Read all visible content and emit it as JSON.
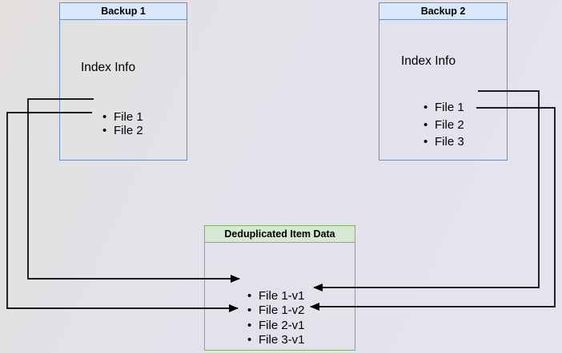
{
  "diagram": {
    "backup1": {
      "title": "Backup 1",
      "section_label": "Index Info",
      "files": [
        "File 1",
        "File 2"
      ]
    },
    "backup2": {
      "title": "Backup 2",
      "section_label": "Index Info",
      "files": [
        "File 1",
        "File 2",
        "File 3"
      ]
    },
    "dedup": {
      "title": "Deduplicated Item Data",
      "items": [
        "File 1-v1",
        "File 1-v2",
        "File 2-v1",
        "File 3-v1"
      ]
    },
    "connections": [
      {
        "id": "b1f1",
        "from_box": "Backup 1",
        "from_file": "File 1",
        "to_item": "File 1-v1"
      },
      {
        "id": "b1f2",
        "from_box": "Backup 1",
        "from_file": "File 2",
        "to_item": "File 2-v1"
      },
      {
        "id": "b2f1",
        "from_box": "Backup 2",
        "from_file": "File 1",
        "to_item": "File 1-v2"
      },
      {
        "id": "b2f2",
        "from_box": "Backup 2",
        "from_file": "File 2",
        "to_item": "File 2-v1"
      }
    ],
    "colors": {
      "blue_border": "#6c8ebf",
      "blue_fill": "#dae8fc",
      "green_border": "#82b366",
      "green_fill": "#d5e8d4",
      "arrow": "#000000"
    }
  }
}
